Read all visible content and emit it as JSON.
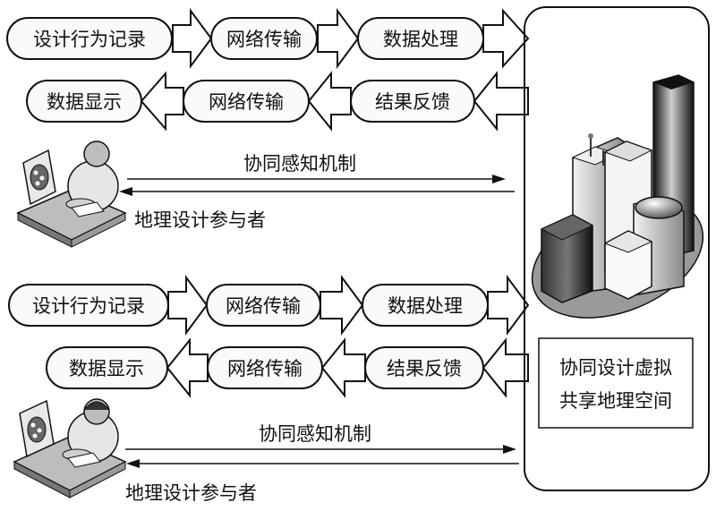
{
  "groups": [
    {
      "forward": [
        "设计行为记录",
        "网络传输",
        "数据处理"
      ],
      "backward": [
        "结果反馈",
        "网络传输",
        "数据显示"
      ],
      "mechanism": "协同感知机制",
      "participant": "地理设计参与者"
    },
    {
      "forward": [
        "设计行为记录",
        "网络传输",
        "数据处理"
      ],
      "backward": [
        "结果反馈",
        "网络传输",
        "数据显示"
      ],
      "mechanism": "协同感知机制",
      "participant": "地理设计参与者"
    }
  ],
  "space": {
    "line1": "协同设计虚拟",
    "line2": "共享地理空间"
  },
  "colors": {
    "stroke": "#111111",
    "fill": "#fafafa",
    "city_ground": "#9a9a9a"
  }
}
